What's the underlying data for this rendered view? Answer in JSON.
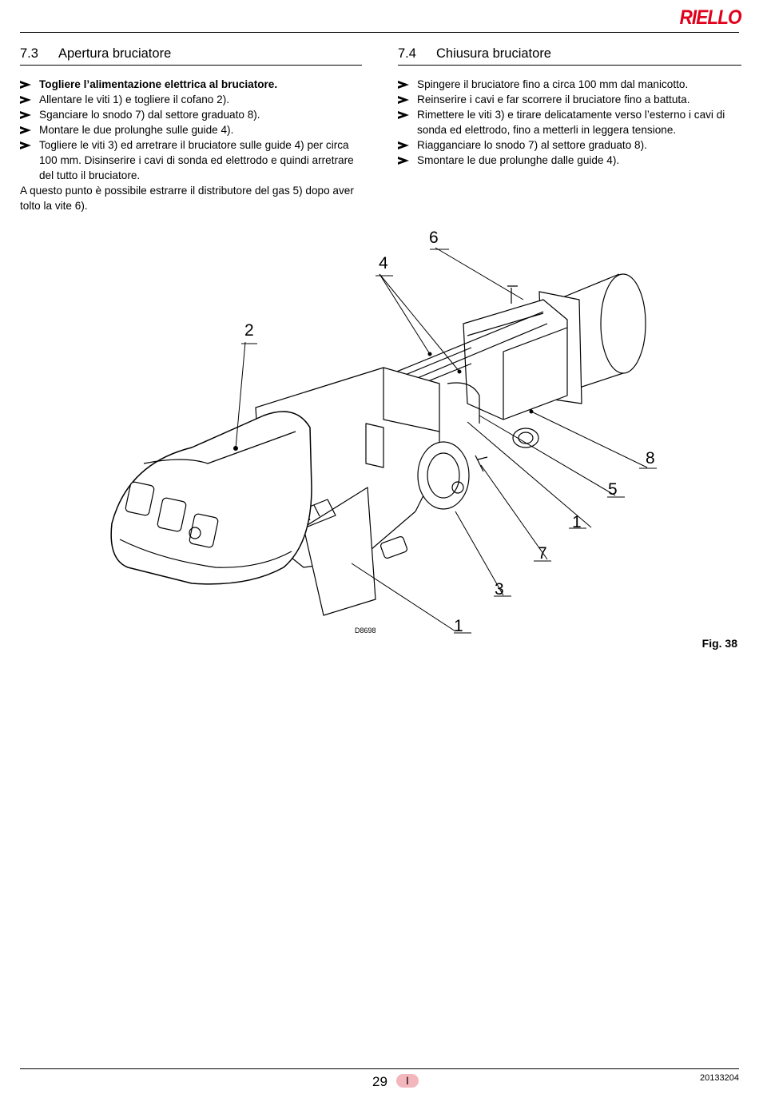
{
  "header": {
    "brand": "RIELLO"
  },
  "left_section": {
    "number": "7.3",
    "title": "Apertura bruciatore",
    "steps": [
      "Togliere l’alimentazione elettrica al bruciatore.",
      "Allentare le viti 1) e togliere il cofano 2).",
      "Sganciare lo snodo 7) dal settore graduato 8).",
      "Montare le due prolunghe sulle guide 4).",
      "Togliere le viti 3) ed arretrare il bruciatore sulle guide 4) per circa 100 mm. Disinserire i cavi di sonda ed elettrodo e quindi arretrare del tutto il bruciatore."
    ],
    "note": "A questo punto è possibile estrarre il distributore del gas 5) dopo aver tolto la vite 6)."
  },
  "right_section": {
    "number": "7.4",
    "title": "Chiusura bruciatore",
    "steps": [
      "Spingere il bruciatore fino a circa 100 mm dal manicotto.",
      "Reinserire i cavi e far scorrere il bruciatore fino a battuta.",
      "Rimettere le viti 3) e tirare delicatamente verso l’esterno i cavi di sonda ed elettrodo, fino a metterli in leggera tensione.",
      "Riagganciare lo snodo 7) al settore graduato 8).",
      "Smontare le due prolunghe dalle guide 4)."
    ]
  },
  "figure": {
    "callouts": [
      "6",
      "4",
      "2",
      "8",
      "5",
      "1",
      "7",
      "3",
      "1"
    ],
    "drawing_code": "D8698",
    "label": "Fig. 38"
  },
  "footer": {
    "page_number": "29",
    "language": "I",
    "doc_code": "20133204"
  }
}
